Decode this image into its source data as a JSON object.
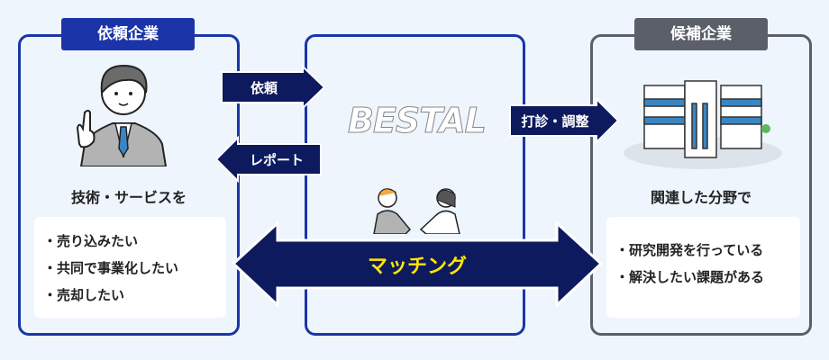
{
  "left": {
    "label": "依頼企業",
    "heading": "技術・サービスを",
    "items": [
      "・売り込みたい",
      "・共同で事業化したい",
      "・売却したい"
    ]
  },
  "center": {
    "logo": "BESTAL",
    "match_label": "マッチング"
  },
  "right": {
    "label": "候補企業",
    "heading": "関連した分野で",
    "items": [
      "・研究開発を行っている",
      "・解決したい課題がある"
    ]
  },
  "arrows": {
    "request": "依頼",
    "report": "レポート",
    "sounding": "打診・調整"
  },
  "colors": {
    "border": "#1b35a8",
    "navy": "#0d1a5e",
    "gray": "#5a5f6a",
    "yellow": "#ffe600"
  }
}
